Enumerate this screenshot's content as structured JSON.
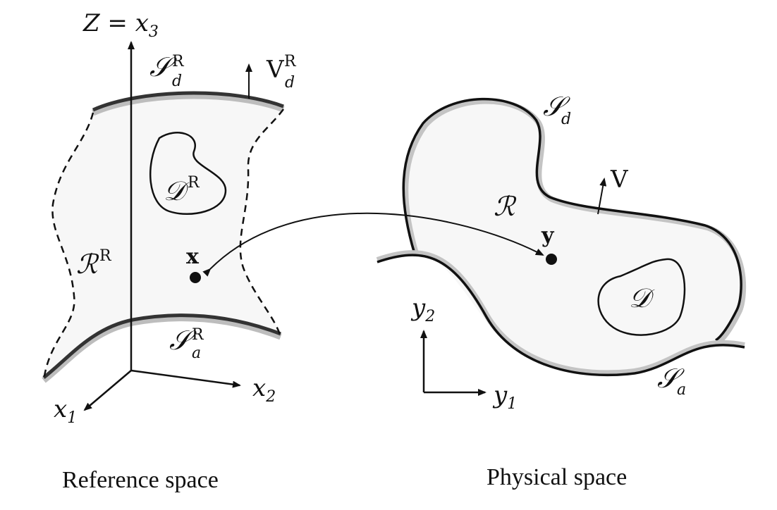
{
  "reference": {
    "axis_z": "Z = x",
    "axis_z_sub": "3",
    "axis_x1": "x",
    "axis_x1_sub": "1",
    "axis_x2": "x",
    "axis_x2_sub": "2",
    "region": "ℛ",
    "region_sup": "R",
    "domain": "𝒟",
    "domain_sup": "R",
    "top_surface": "𝒮",
    "top_surface_sup": "R",
    "top_surface_sub": "d",
    "bottom_surface": "𝒮",
    "bottom_surface_sup": "R",
    "bottom_surface_sub": "a",
    "velocity": "V",
    "velocity_sup": "R",
    "velocity_sub": "d",
    "point": "x",
    "caption": "Reference space"
  },
  "physical": {
    "axis_y1": "y",
    "axis_y1_sub": "1",
    "axis_y2": "y",
    "axis_y2_sub": "2",
    "region": "ℛ",
    "domain": "𝒟",
    "top_surface": "𝒮",
    "top_surface_sub": "d",
    "bottom_surface": "𝒮",
    "bottom_surface_sub": "a",
    "velocity": "V",
    "point": "y",
    "caption": "Physical space"
  }
}
